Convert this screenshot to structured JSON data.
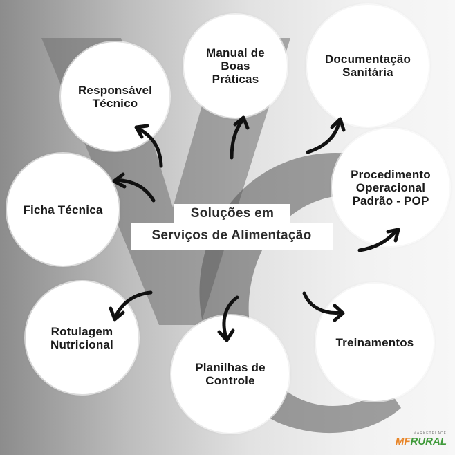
{
  "center": {
    "line1": "Soluções em",
    "line2": "Serviços de Alimentação"
  },
  "nodes": [
    {
      "id": "responsavel",
      "label": "Responsável\nTécnico"
    },
    {
      "id": "manual",
      "label": "Manual de\nBoas\nPráticas"
    },
    {
      "id": "documentacao",
      "label": "Documentação\nSanitária"
    },
    {
      "id": "ficha",
      "label": "Ficha Técnica"
    },
    {
      "id": "pop",
      "label": "Procedimento\nOperacional\nPadrão - POP"
    },
    {
      "id": "rotulagem",
      "label": "Rotulagem\nNutricional"
    },
    {
      "id": "planilhas",
      "label": "Planilhas de\nControle"
    },
    {
      "id": "treinamentos",
      "label": "Treinamentos"
    }
  ],
  "logo": {
    "tagline": "MARKETPLACE",
    "brand_mf": "MF",
    "brand_rural": "RURAL"
  },
  "colors": {
    "arrow": "#111111",
    "bubble": "#ffffff",
    "logo_mf": "#e8862a",
    "logo_rural": "#3f9a3a"
  }
}
